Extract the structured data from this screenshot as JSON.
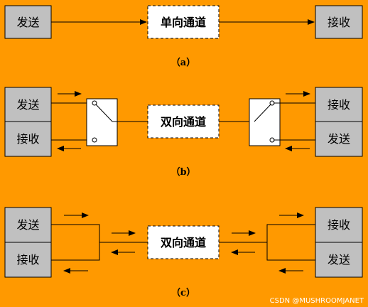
{
  "diagram": {
    "a": {
      "caption": "（a）",
      "sender": "发送",
      "receiver": "接收",
      "channel": "单向通道"
    },
    "b": {
      "caption": "（b）",
      "left_top": "发送",
      "left_bottom": "接收",
      "right_top": "接收",
      "right_bottom": "发送",
      "channel": "双向通道"
    },
    "c": {
      "caption": "（c）",
      "left_top": "发送",
      "left_bottom": "接收",
      "right_top": "接收",
      "right_bottom": "发送",
      "channel": "双向通道"
    }
  },
  "watermark": "CSDN @MUSHROOMJANET",
  "colors": {
    "background": "#FF9900",
    "box_fill": "#C0C0C0",
    "channel_fill": "#FFFFFF"
  }
}
